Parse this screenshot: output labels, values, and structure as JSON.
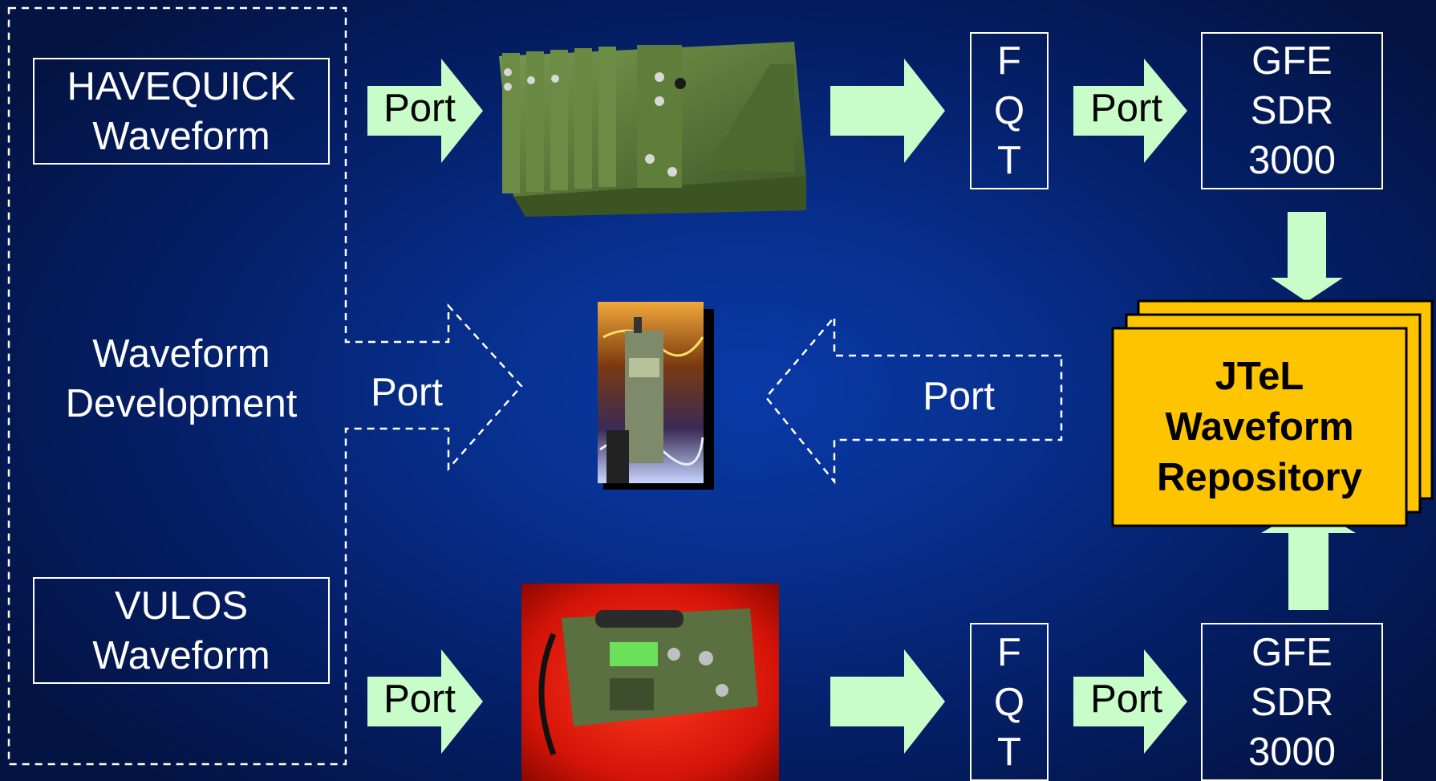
{
  "development_panel": {
    "havequick": [
      "HAVEQUICK",
      "Waveform"
    ],
    "center": [
      "Waveform",
      "Development"
    ],
    "vulos": [
      "VULOS",
      "Waveform"
    ]
  },
  "ports": {
    "top_left": "Port",
    "top_right": "Port",
    "middle_left": "Port",
    "middle_right": "Port",
    "bottom_left": "Port",
    "bottom_right": "Port"
  },
  "fqt": {
    "top": [
      "F",
      "Q",
      "T"
    ],
    "bottom": [
      "F",
      "Q",
      "T"
    ]
  },
  "gfe": {
    "top": [
      "GFE",
      "SDR",
      "3000"
    ],
    "bottom": [
      "GFE",
      "SDR",
      "3000"
    ]
  },
  "repository": [
    "JTeL",
    "Waveform",
    "Repository"
  ],
  "colors": {
    "arrow_fill": "#c8fcc8",
    "repository_fill": "#ffc400",
    "background": "#07308f"
  },
  "images": {
    "top": "green-rack-radio",
    "middle": "handheld-radio",
    "bottom": "manpack-radio-red-background"
  }
}
